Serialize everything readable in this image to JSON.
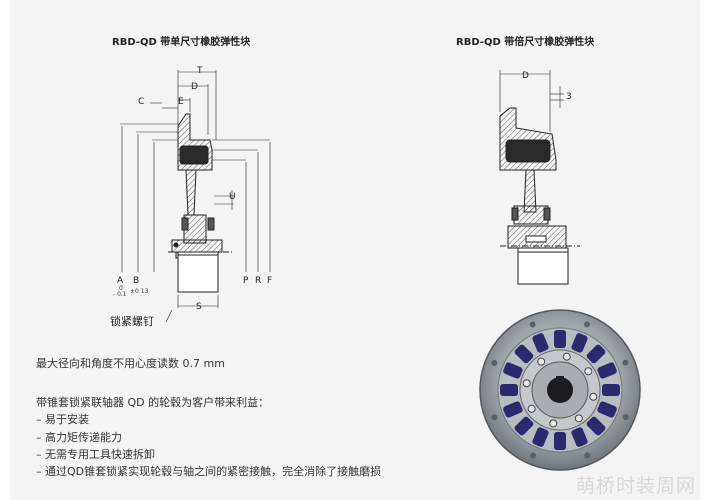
{
  "left_title": "RBD-QD 带单尺寸橡胶弹性块",
  "right_title": "RBD-QD 带倍尺寸橡胶弹性块",
  "dimension_labels": {
    "T": "T",
    "D": "D",
    "E": "E",
    "C": "C",
    "U": "U",
    "A": "A",
    "B": "B",
    "P": "P",
    "R": "R",
    "F": "F",
    "S": "S",
    "A_tol": "0",
    "A_tol2": "- 0.1",
    "B_tol": "±0.13",
    "right_D": "D",
    "right_3": "3"
  },
  "callout_label": "锁紧螺钉",
  "spec_line": "最大径向和角度不用心度读数 0.7 mm",
  "benefits": {
    "heading": "带锥套锁紧联轴器 QD 的轮毂为客户带来利益：",
    "items": [
      "– 易于安装",
      "– 高力矩传递能力",
      "– 无需专用工具快速拆卸",
      "– 通过QD锥套锁紧实现轮毂与轴之间的紧密接触，完全消除了接触磨损"
    ]
  },
  "watermark": "萌桥时装周网",
  "colors": {
    "bg": "#f4f4f5",
    "purple": "#2b2a6f",
    "steel": "#9ea3a9"
  }
}
